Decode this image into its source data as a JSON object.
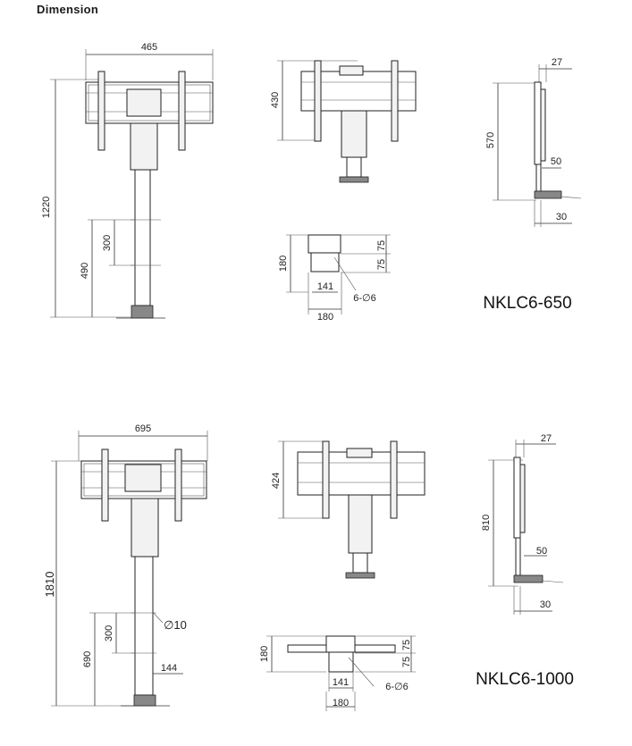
{
  "title": "Dimension",
  "models": [
    {
      "name": "NKLC6-650",
      "front": {
        "width": "465",
        "height": "1220",
        "lower": "490",
        "spacing": "300"
      },
      "rear": {
        "height": "430"
      },
      "side": {
        "height": "570",
        "top": "27",
        "foot": "50",
        "base": "30"
      },
      "base_plate": {
        "height": "180",
        "width": "180",
        "inner": "141",
        "hole_a": "75",
        "hole_b": "75",
        "holes": "6-∅6"
      }
    },
    {
      "name": "NKLC6-1000",
      "front": {
        "width": "695",
        "height": "1810",
        "lower": "690",
        "spacing": "300",
        "pole": "144",
        "bolt": "∅10"
      },
      "rear": {
        "height": "424"
      },
      "side": {
        "height": "810",
        "top": "27",
        "foot": "50",
        "base": "30"
      },
      "base_plate": {
        "height": "180",
        "width": "180",
        "inner": "141",
        "hole_a": "75",
        "hole_b": "75",
        "holes": "6-∅6"
      }
    }
  ]
}
